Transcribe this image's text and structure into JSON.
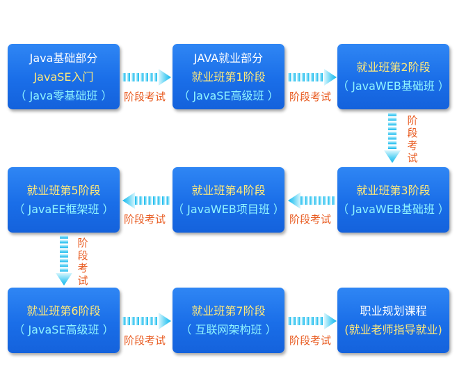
{
  "colors": {
    "box_fill": "#1a6ee8",
    "label_text": "#e85a1f",
    "arrow": "#14b6ec",
    "text_white": "#ffffff",
    "text_yellow": "#ffe97a",
    "text_cyan": "#8ff4ff"
  },
  "boxes": [
    {
      "lines": [
        "Java基础部分",
        "JavaSE入门",
        "（ Java零基础班 ）"
      ]
    },
    {
      "lines": [
        "JAVA就业部分",
        "就业班第1阶段",
        "（ JavaSE高级班 ）"
      ]
    },
    {
      "lines": [
        "就业班第2阶段",
        "（ JavaWEB基础班 ）"
      ]
    },
    {
      "lines": [
        "就业班第3阶段",
        "（ JavaWEB基础班 ）"
      ]
    },
    {
      "lines": [
        "就业班第4阶段",
        "（ JavaWEB项目班 ）"
      ]
    },
    {
      "lines": [
        "就业班第5阶段",
        "（ JavaEE框架班 ）"
      ]
    },
    {
      "lines": [
        "就业班第6阶段",
        "（ JavaSE高级班 ）"
      ]
    },
    {
      "lines": [
        "就业班第7阶段",
        "（ 互联网架构班 ）"
      ]
    },
    {
      "lines": [
        "职业规划课程",
        "(就业老师指导就业)"
      ]
    }
  ],
  "arrow_label": "阶段考试",
  "arrow_label_vertical": [
    "阶",
    "段",
    "考",
    "试"
  ]
}
